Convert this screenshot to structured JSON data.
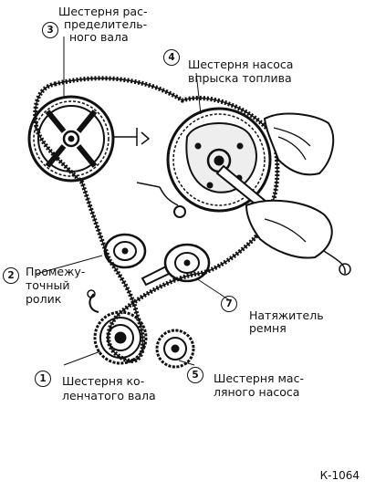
{
  "labels": {
    "camshaft_gear": {
      "num": "3",
      "line1": "Шестерня рас-",
      "line2": "пределитель-",
      "line3": "ного вала"
    },
    "injection_pump_gear": {
      "num": "4",
      "line1": "Шестерня насоса",
      "line2": "впрыска топлива"
    },
    "idler_pulley": {
      "num": "2",
      "line1": "Промежу-",
      "line2": "точный",
      "line3": "ролик"
    },
    "tensioner": {
      "num": "7",
      "line1": "Натяжитель",
      "line2": "ремня"
    },
    "crank_gear": {
      "num": "1",
      "line1": "Шестерня ко-",
      "line2": "ленчатого вала"
    },
    "oil_pump_gear": {
      "num": "5",
      "line1": "Шестерня мас-",
      "line2": "ляного насоса"
    }
  },
  "figure_code": "К-1064"
}
